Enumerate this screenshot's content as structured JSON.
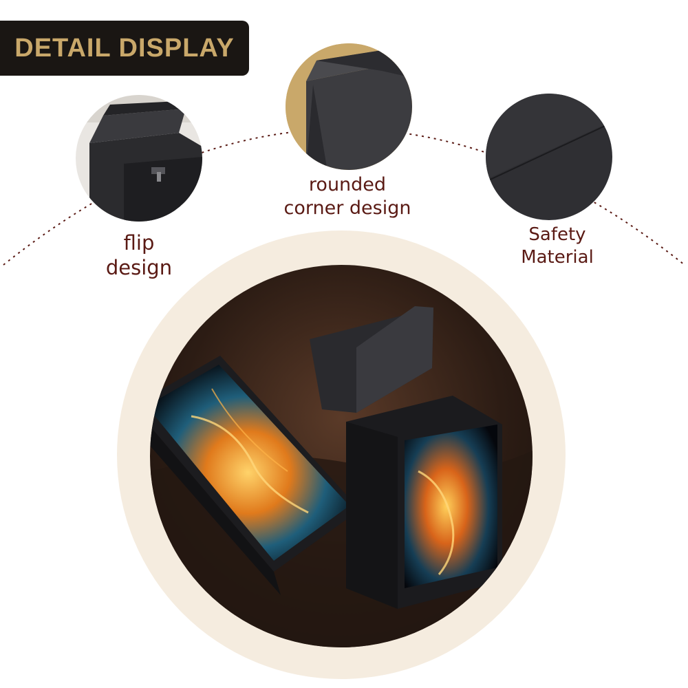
{
  "banner": {
    "title": "DETAIL DISPLAY"
  },
  "features": [
    {
      "caption_line1": "flip",
      "caption_line2": "design",
      "icon": "flip-lid-icon"
    },
    {
      "caption_line1": "rounded",
      "caption_line2": "corner design",
      "icon": "rounded-corner-icon"
    },
    {
      "caption_line1": "Safety",
      "caption_line2": "Material",
      "icon": "material-surface-icon"
    }
  ],
  "colors": {
    "banner_bg": "#1a1613",
    "banner_text": "#c9a86a",
    "caption_text": "#5a1a14",
    "arc_dots": "#5a1a14",
    "ring": "#f5ecdf",
    "thumb_gold": "#c9a86a"
  }
}
